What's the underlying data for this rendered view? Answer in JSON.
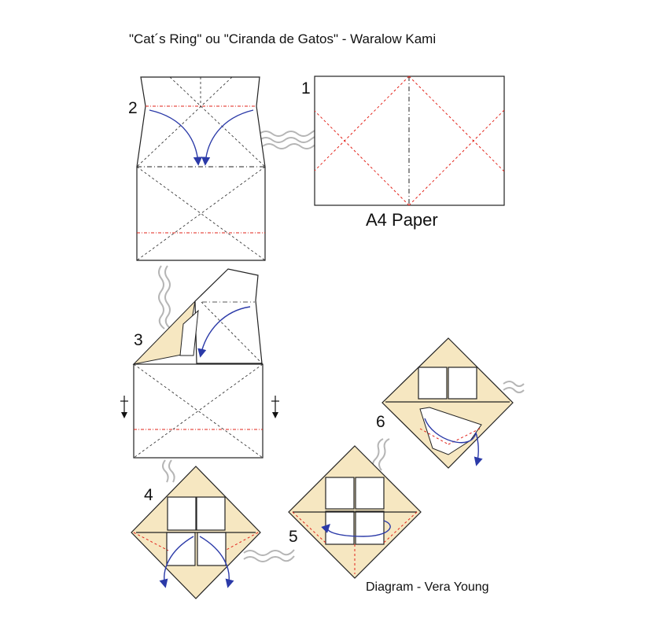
{
  "title": "\"Cat´s Ring\" ou \"Ciranda de Gatos\" -  Waralow Kami",
  "paper_label": "A4 Paper",
  "credit": "Diagram - Vera Young",
  "steps": [
    "1",
    "2",
    "3",
    "4",
    "5",
    "6"
  ],
  "colors": {
    "outline": "#222222",
    "valley_fold": "#e2231a",
    "mountain_fold": "#222222",
    "arrow": "#2b3aa8",
    "paper_back": "#f6e7c1",
    "connector": "#b5b5b5",
    "background": "#ffffff"
  }
}
